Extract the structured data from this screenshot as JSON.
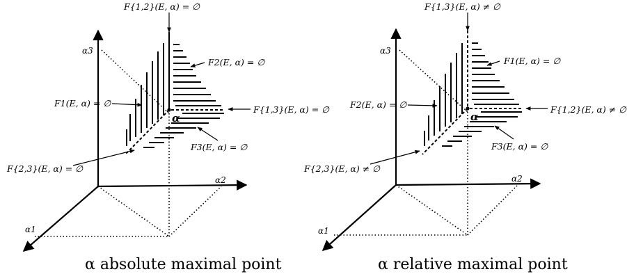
{
  "panels": [
    {
      "caption": "α absolute maximal point",
      "axis_labels": {
        "a1": "α1",
        "a2": "α2",
        "a3": "α3"
      },
      "point_label": "α",
      "callouts": {
        "top": "F{1,2}(E, α) = ∅",
        "upper_right": "F2(E, α) = ∅",
        "left": "F1(E, α) = ∅",
        "right": "F{1,3}(E, α) = ∅",
        "lower_right": "F3(E, α) = ∅",
        "lower_left": "F{2,3}(E, α) = ∅"
      }
    },
    {
      "caption": "α relative maximal point",
      "axis_labels": {
        "a1": "α1",
        "a2": "α2",
        "a3": "α3"
      },
      "point_label": "α",
      "callouts": {
        "top": "F{1,3}(E, α) ≠ ∅",
        "upper_right": "F1(E, α) = ∅",
        "left": "F2(E, α) = ∅",
        "right": "F{1,2}(E, α) ≠ ∅",
        "lower_right": "F3(E, α) = ∅",
        "lower_left": "F{2,3}(E, α) ≠ ∅"
      }
    }
  ]
}
